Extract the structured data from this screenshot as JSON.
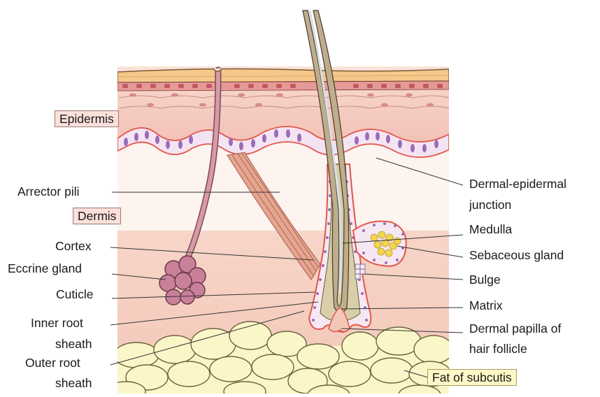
{
  "labels": {
    "epidermis": "Epidermis",
    "dermis": "Dermis",
    "arrector_pili": "Arrector pili",
    "cortex": "Cortex",
    "eccrine_gland": "Eccrine gland",
    "cuticle": "Cuticle",
    "inner_root_sheath_1": "Inner root",
    "inner_root_sheath_2": "sheath",
    "outer_root_sheath_1": "Outer root",
    "outer_root_sheath_2": "sheath",
    "dermal_epidermal_junction_1": "Dermal-epidermal",
    "dermal_epidermal_junction_2": "junction",
    "medulla": "Medulla",
    "sebaceous_gland": "Sebaceous gland",
    "bulge": "Bulge",
    "matrix": "Matrix",
    "dermal_papilla_1": "Dermal papilla of",
    "dermal_papilla_2": "hair follicle",
    "fat_of_subcutis": "Fat of subcutis"
  },
  "colors": {
    "stratum_corneum": "#f6c98a",
    "epidermis": "#f6cfc4",
    "basal_cells": "#d7a6d3",
    "dermis": "#fde8e0",
    "fat": "#fbf6c8",
    "hair_shaft": "#bfae8e",
    "follicle_outline": "#e2564a",
    "muscle": "#e5a58f",
    "eccrine": "#c9809a"
  }
}
